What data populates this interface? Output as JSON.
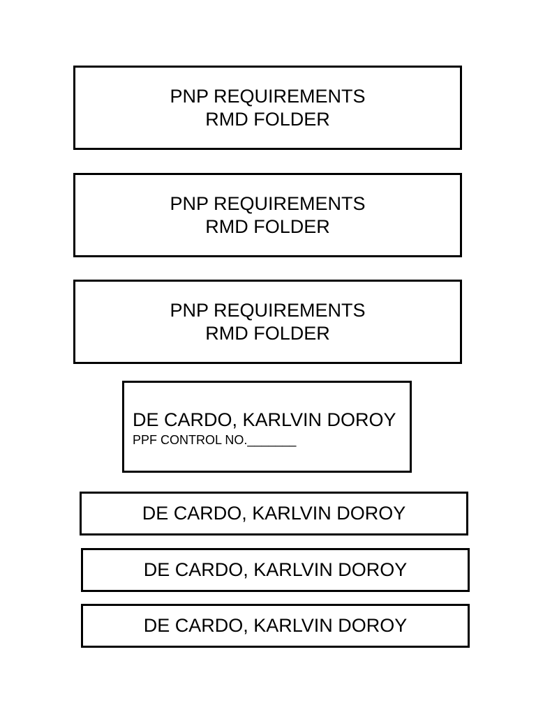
{
  "folder_labels": [
    {
      "line1": "PNP REQUIREMENTS",
      "line2": "RMD FOLDER"
    },
    {
      "line1": "PNP REQUIREMENTS",
      "line2": "RMD FOLDER"
    },
    {
      "line1": "PNP REQUIREMENTS",
      "line2": "RMD FOLDER"
    }
  ],
  "control_label": {
    "name": "DE CARDO, KARLVIN DOROY",
    "control_no": "PPF CONTROL NO._______"
  },
  "name_labels": [
    "DE CARDO, KARLVIN DOROY",
    "DE CARDO, KARLVIN DOROY",
    "DE CARDO, KARLVIN DOROY"
  ]
}
